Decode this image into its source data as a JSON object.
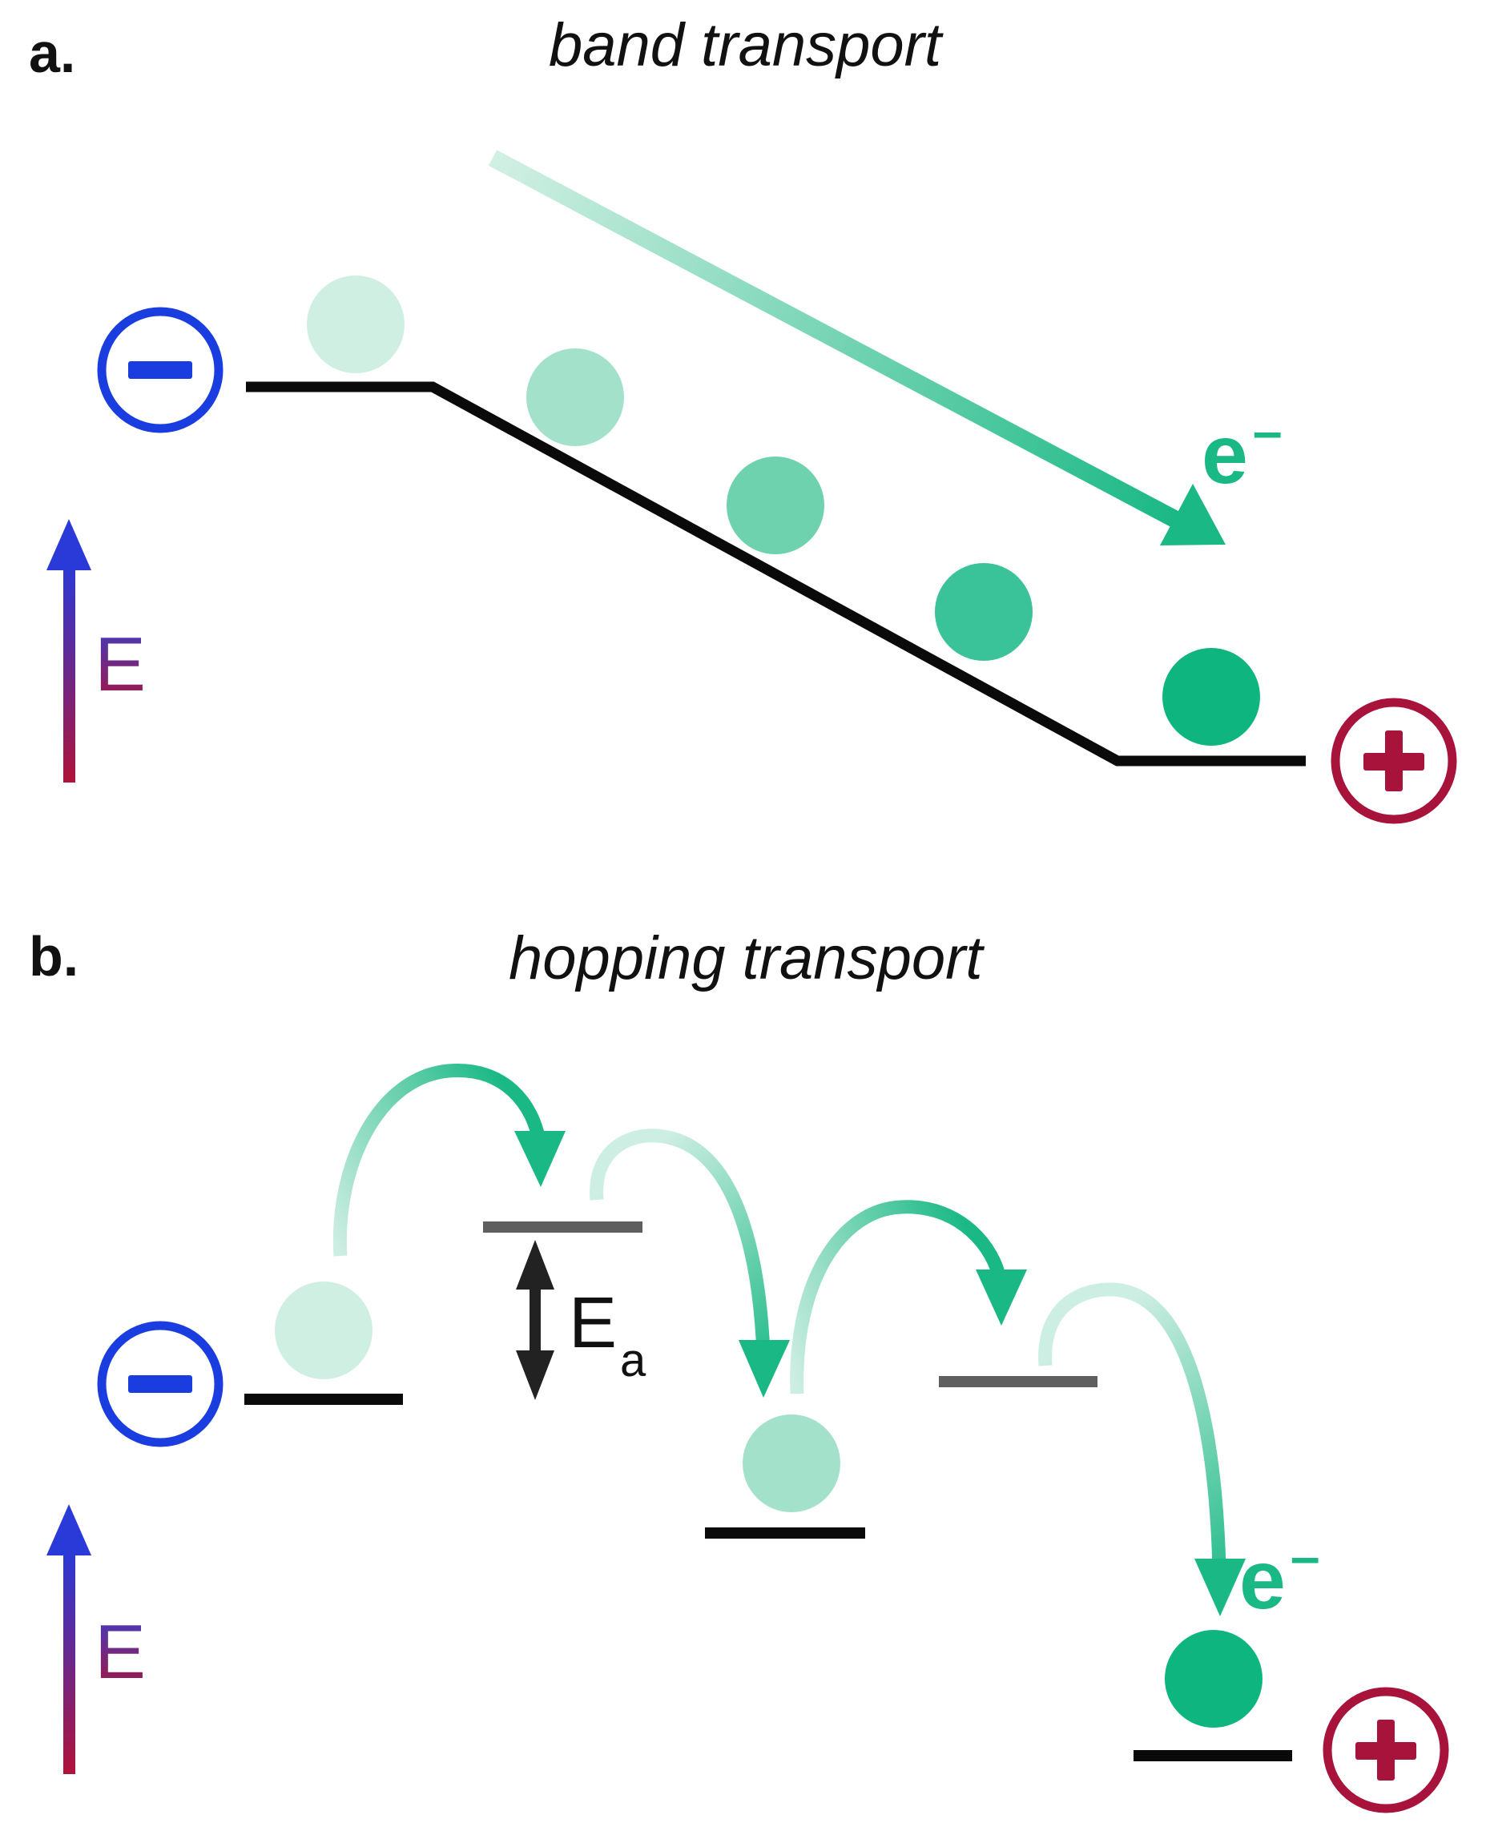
{
  "panel_a": {
    "letter": "a.",
    "title": "band transport",
    "electron_label": "e",
    "electron_superscript": "–",
    "energy_label": "E"
  },
  "panel_b": {
    "letter": "b.",
    "title": "hopping transport",
    "electron_label": "e",
    "electron_superscript": "–",
    "energy_label": "E",
    "activation_label": "E",
    "activation_subscript": "a"
  },
  "colors": {
    "electron_green": "#19b884",
    "electron_light": "#cdeee2",
    "negative_blue": "#1a3de0",
    "positive_red": "#a8133c",
    "level_black": "#0a0a0a",
    "level_gray": "#5f5f5f",
    "energy_axis_top": "#2a3ad8",
    "energy_axis_bottom": "#b0133a"
  },
  "icons": {
    "negative_electrode": "minus-circle-icon",
    "positive_electrode": "plus-circle-icon"
  }
}
